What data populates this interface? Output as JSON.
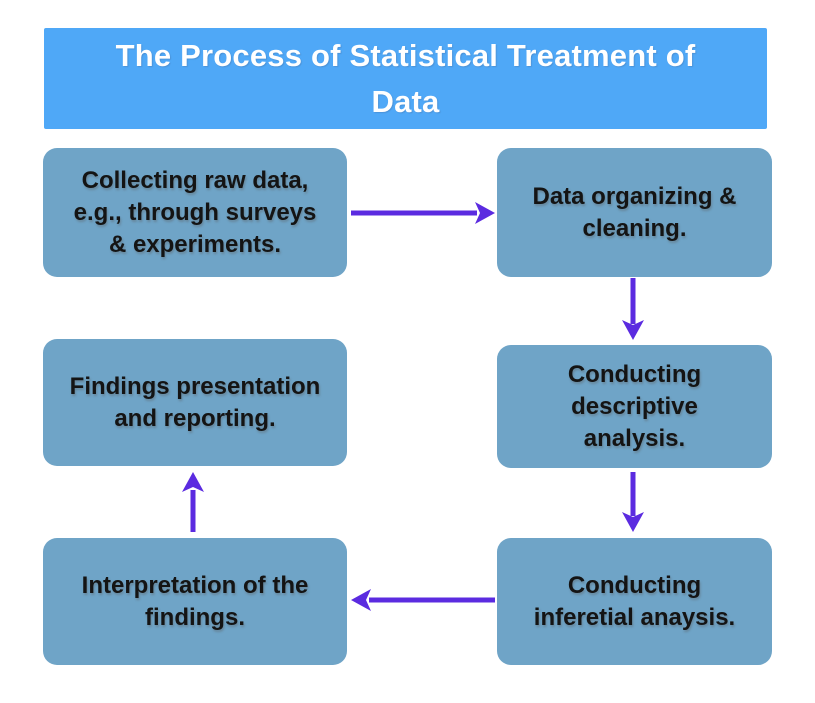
{
  "title": "The Process of Statistical Treatment of\nData",
  "colors": {
    "background": "#ffffff",
    "banner": "#4FA8F7",
    "node": "#6FA4C7",
    "arrow": "#5B2BE0",
    "node_text": "#141414",
    "title_text": "#ffffff"
  },
  "diagram": {
    "type": "flowchart",
    "nodes": [
      {
        "id": "collect",
        "label": "Collecting raw data,\ne.g., through surveys\n& experiments."
      },
      {
        "id": "organize",
        "label": "Data organizing &\ncleaning."
      },
      {
        "id": "descriptive",
        "label": "Conducting\ndescriptive\nanalysis."
      },
      {
        "id": "inferential",
        "label": "Conducting\ninferetial anaysis."
      },
      {
        "id": "interpret",
        "label": "Interpretation of the\nfindings."
      },
      {
        "id": "present",
        "label": "Findings presentation\nand reporting."
      }
    ],
    "edges": [
      {
        "from": "collect",
        "to": "organize",
        "direction": "right"
      },
      {
        "from": "organize",
        "to": "descriptive",
        "direction": "down"
      },
      {
        "from": "descriptive",
        "to": "inferential",
        "direction": "down"
      },
      {
        "from": "inferential",
        "to": "interpret",
        "direction": "left"
      },
      {
        "from": "interpret",
        "to": "present",
        "direction": "up"
      }
    ]
  }
}
